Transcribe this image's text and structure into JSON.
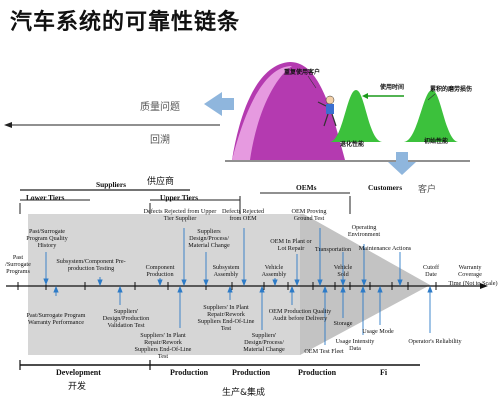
{
  "title": "汽车系统的可靠性链条",
  "top": {
    "quality_issue": "质量问题",
    "backtrack": "回溯",
    "hill_labels": {
      "repeat_customer": "重复使用客户",
      "usage_time": "使用时间",
      "wear_failure": "累积的磨劳损伤",
      "degrade_perf": "退化性能",
      "initial_perf": "初始性能"
    }
  },
  "headers": {
    "suppliers": "Suppliers",
    "suppliers_cn": "供应商",
    "lower_tiers": "Lower Tiers",
    "upper_tiers": "Upper Tiers",
    "oems": "OEMs",
    "customers": "Customers",
    "customers_cn": "客户"
  },
  "above_labels": [
    "Past /Surrogate Programs",
    "Past/Surrogate Program Quality History",
    "Subsystem/Component Pre-production Testing",
    "Component Production",
    "Defects Rejected from Upper Tier Supplier",
    "Suppliers Design/Process/ Material Change",
    "Subsystem Assembly",
    "Defects Rejected from OEM",
    "Vehicle Assembly",
    "OEM In Plant or Lot Repair",
    "OEM Proving Ground Test",
    "Transportation",
    "Vehicle Sold",
    "Operating Environment",
    "Maintenance Actions",
    "Cutoff Date",
    "Warranty Coverage"
  ],
  "below_labels": [
    "Past/Surrogate Program Warranty Performance",
    "Suppliers' Design/Production Validation Test",
    "Suppliers' In Plant Repair/Rework Suppliers End-Of-Line Test",
    "Suppliers' In Plant Repair/Rework Suppliers End-Of-Line Test",
    "Suppliers' Design/Process/ Material Change",
    "OEM Production Quality Audit before Delivery",
    "OEM Test Fleet",
    "Storage",
    "Usage Intensity Data",
    "Usage Mode",
    "Operator's Reliability"
  ],
  "time_axis": "Time (Not to Scale)",
  "phases": {
    "development": "Development",
    "development_cn": "开发",
    "production1": "Production",
    "production2": "Production",
    "production3": "Production",
    "field": "Fi",
    "production_cn": "生产&集成"
  }
}
